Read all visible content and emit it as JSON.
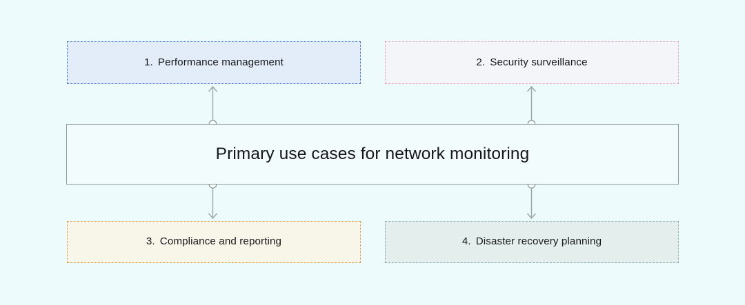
{
  "diagram": {
    "background_color": "#edfbfc",
    "center": {
      "title": "Primary use cases for network monitoring",
      "border_color": "#8a9c9c",
      "fill_color": "#f3fcfd"
    },
    "nodes": [
      {
        "number": "1.",
        "label": "Performance management",
        "border_color": "#4a7fd4",
        "fill_color": "#e3edfa",
        "position": "top-left"
      },
      {
        "number": "2.",
        "label": "Security surveillance",
        "border_color": "#e9a6bd",
        "fill_color": "#f3f5f8",
        "position": "top-right"
      },
      {
        "number": "3.",
        "label": "Compliance and reporting",
        "border_color": "#e0a150",
        "fill_color": "#f8f5e9",
        "position": "bottom-left"
      },
      {
        "number": "4.",
        "label": "Disaster recovery planning",
        "border_color": "#8db4b1",
        "fill_color": "#e4efed",
        "position": "bottom-right"
      }
    ],
    "connectors": {
      "line_color": "#9aa6a8",
      "endpoint_fill": "#ffffff",
      "count": 4
    }
  }
}
